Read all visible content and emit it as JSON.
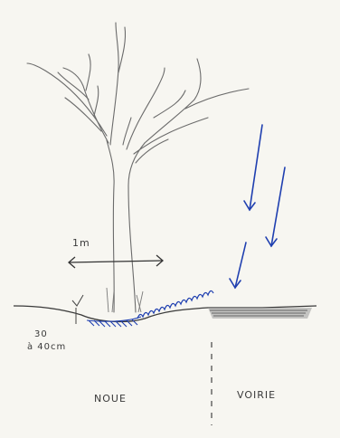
{
  "labels": {
    "width": "1m",
    "depth_line1": "30",
    "depth_line2": "à 40cm",
    "left_zone": "NOUE",
    "right_zone": "VOIRIE"
  },
  "colors": {
    "pencil": "#6b6b6b",
    "dark_pencil": "#3a3a3a",
    "ink_blue": "#1f3fb0",
    "paper": "#f7f6f1"
  },
  "icons": [
    "tree-sketch",
    "rain-arrow",
    "dimension-arrow"
  ]
}
